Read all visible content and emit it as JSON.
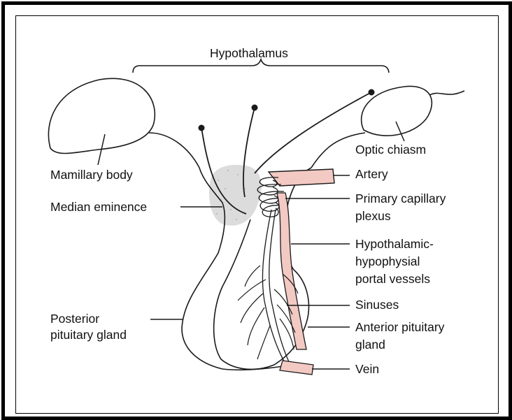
{
  "title": "Hypothalamus",
  "labels": {
    "mamillary_body": "Mamillary body",
    "median_eminence": "Median eminence",
    "posterior_line1": "Posterior",
    "posterior_line2": "pituitary gland",
    "optic_chiasm": "Optic chiasm",
    "artery": "Artery",
    "primary_line1": "Primary capillary",
    "primary_line2": "plexus",
    "portal_line1": "Hypothalamic-",
    "portal_line2": "hypophysial",
    "portal_line3": "portal vessels",
    "sinuses": "Sinuses",
    "anterior_line1": "Anterior pituitary",
    "anterior_line2": "gland",
    "vein": "Vein"
  },
  "colors": {
    "outline": "#1a1a1a",
    "vessel_fill": "#f3c9c3",
    "eminence_fill": "#dcdcdc",
    "background": "#ffffff"
  }
}
